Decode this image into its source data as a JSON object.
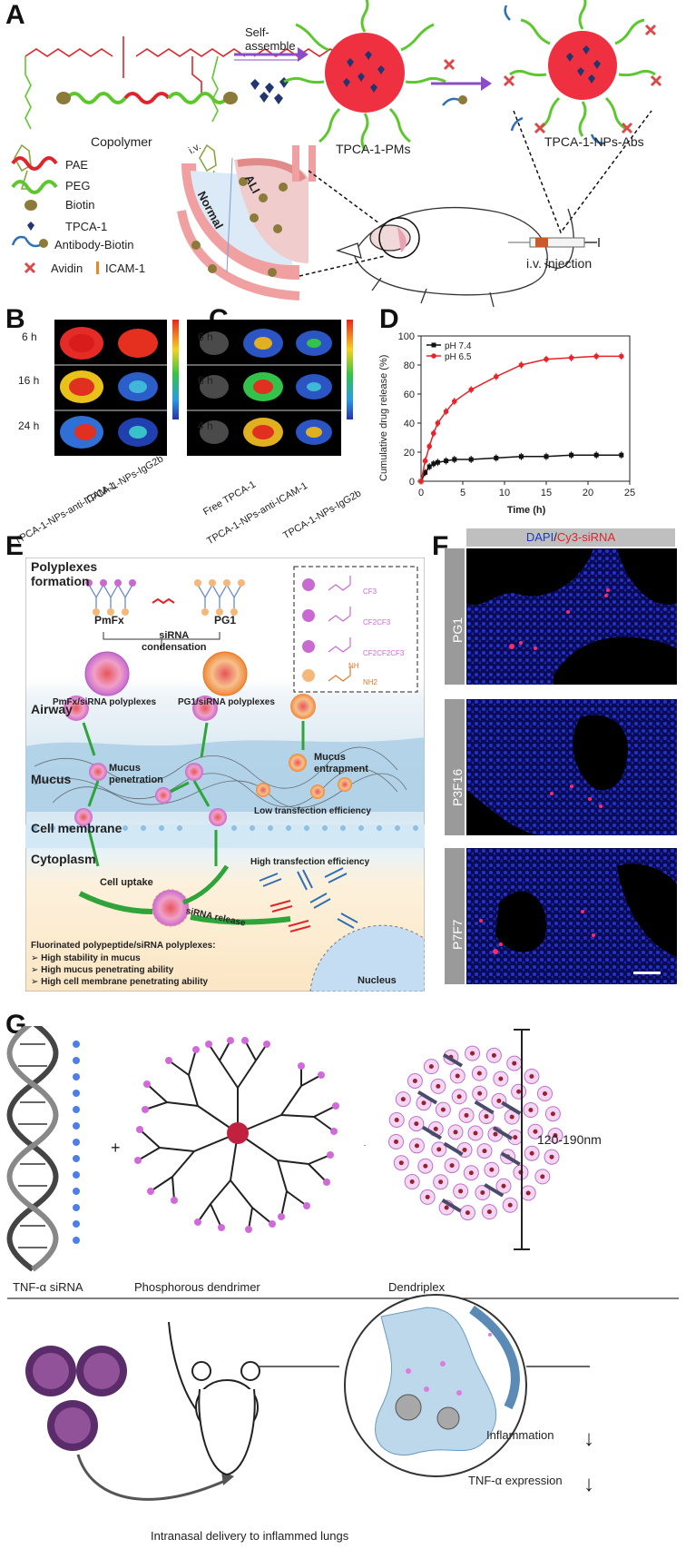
{
  "panels": {
    "a": "A",
    "b": "B",
    "c": "C",
    "d": "D",
    "e": "E",
    "f": "F",
    "g": "G"
  },
  "A": {
    "self_assemble": "Self-\nassemble",
    "copolymer": "Copolymer",
    "pms": "TPCA-1-PMs",
    "nps_abs": "TPCA-1-NPs-Abs",
    "legend": {
      "pae": "PAE",
      "peg": "PEG",
      "biotin": "Biotin",
      "tpca": "TPCA-1",
      "antibody": "Antibody-Biotin",
      "avidin": "Avidin",
      "icam": "ICAM-1"
    },
    "normal": "Normal",
    "ali": "ALI",
    "iv": "i.v.",
    "injection": "i.v. injection",
    "colors": {
      "pae": "#e0242b",
      "peg": "#5cc82e",
      "core": "#ee3040",
      "biotin": "#8c7a3a",
      "avidin": "#d94a4a"
    }
  },
  "B": {
    "rows": [
      "6 h",
      "16 h",
      "24 h"
    ],
    "cols": [
      "TPCA-1-NPs-anti-ICAM-1",
      "TPCA-1-NPs-IgG2b"
    ]
  },
  "C": {
    "rows": [
      "6 h",
      "6 h",
      "4 h"
    ],
    "cols": [
      "Free TPCA-1",
      "TPCA-1-NPs-anti-ICAM-1",
      "TPCA-1-NPs-IgG2b"
    ]
  },
  "chart_data": {
    "type": "line",
    "xlabel": "Time (h)",
    "ylabel": "Cumulative drug release (%)",
    "xlim": [
      0,
      25
    ],
    "ylim": [
      0,
      100
    ],
    "xticks": [
      0,
      5,
      10,
      15,
      20,
      25
    ],
    "yticks": [
      0,
      20,
      40,
      60,
      80,
      100
    ],
    "legend_position": "top-left",
    "series": [
      {
        "name": "pH 7.4",
        "color": "#111111",
        "marker": "square",
        "x": [
          0,
          0.5,
          1,
          1.5,
          2,
          3,
          4,
          6,
          9,
          12,
          15,
          18,
          21,
          24
        ],
        "y": [
          0,
          6,
          10,
          12,
          13,
          14,
          15,
          15,
          16,
          17,
          17,
          18,
          18,
          18
        ]
      },
      {
        "name": "pH 6.5",
        "color": "#e8242b",
        "marker": "circle",
        "x": [
          0,
          0.5,
          1,
          1.5,
          2,
          3,
          4,
          6,
          9,
          12,
          15,
          18,
          21,
          24
        ],
        "y": [
          0,
          14,
          24,
          33,
          40,
          48,
          55,
          63,
          72,
          80,
          84,
          85,
          86,
          86
        ]
      }
    ]
  },
  "E": {
    "formation": "Polyplexes\nformation",
    "pmfx": "PmFx",
    "pg1": "PG1",
    "sirna": "siRNA\ncondensation",
    "pmfx_poly": "PmFx/siRNA polyplexes",
    "pg1_poly": "PG1/siRNA polyplexes",
    "airway": "Airway",
    "mucus": "Mucus",
    "mucus_pen": "Mucus\npenetration",
    "mucus_ent": "Mucus\nentrapment",
    "low_eff": "Low transfection efficiency",
    "membrane": "Cell membrane",
    "cytoplasm": "Cytoplasm",
    "uptake": "Cell uptake",
    "high_eff": "High transfection efficiency",
    "release": "siRNA release",
    "fluor_title": "Fluorinated polypeptide/siRNA polyplexes:",
    "bullets": [
      "High stability in mucus",
      "High mucus penetrating ability",
      "High cell membrane penetrating ability"
    ],
    "nucleus": "Nucleus",
    "chem": {
      "cf3": "CF3",
      "c2f5": "CF2CF3",
      "c3f7": "CF2CF2CF3",
      "nh": "NH",
      "nh2": "NH2"
    }
  },
  "F": {
    "title_dapi": "DAPI",
    "sep": "/",
    "title_cy3": "Cy3-siRNA",
    "rows": [
      "PG1",
      "P3F16",
      "P7F7"
    ]
  },
  "G": {
    "scale": "120-190nm",
    "sirna": "TNF-α siRNA",
    "dendrimer": "Phosphorous dendrimer",
    "dendriplex": "Dendriplex",
    "inflammation": "Inflammation",
    "tnf": "TNF-α expression",
    "delivery": "Intranasal delivery to inflammed lungs",
    "plus": "+",
    "arrow": "→",
    "down": "↓"
  }
}
